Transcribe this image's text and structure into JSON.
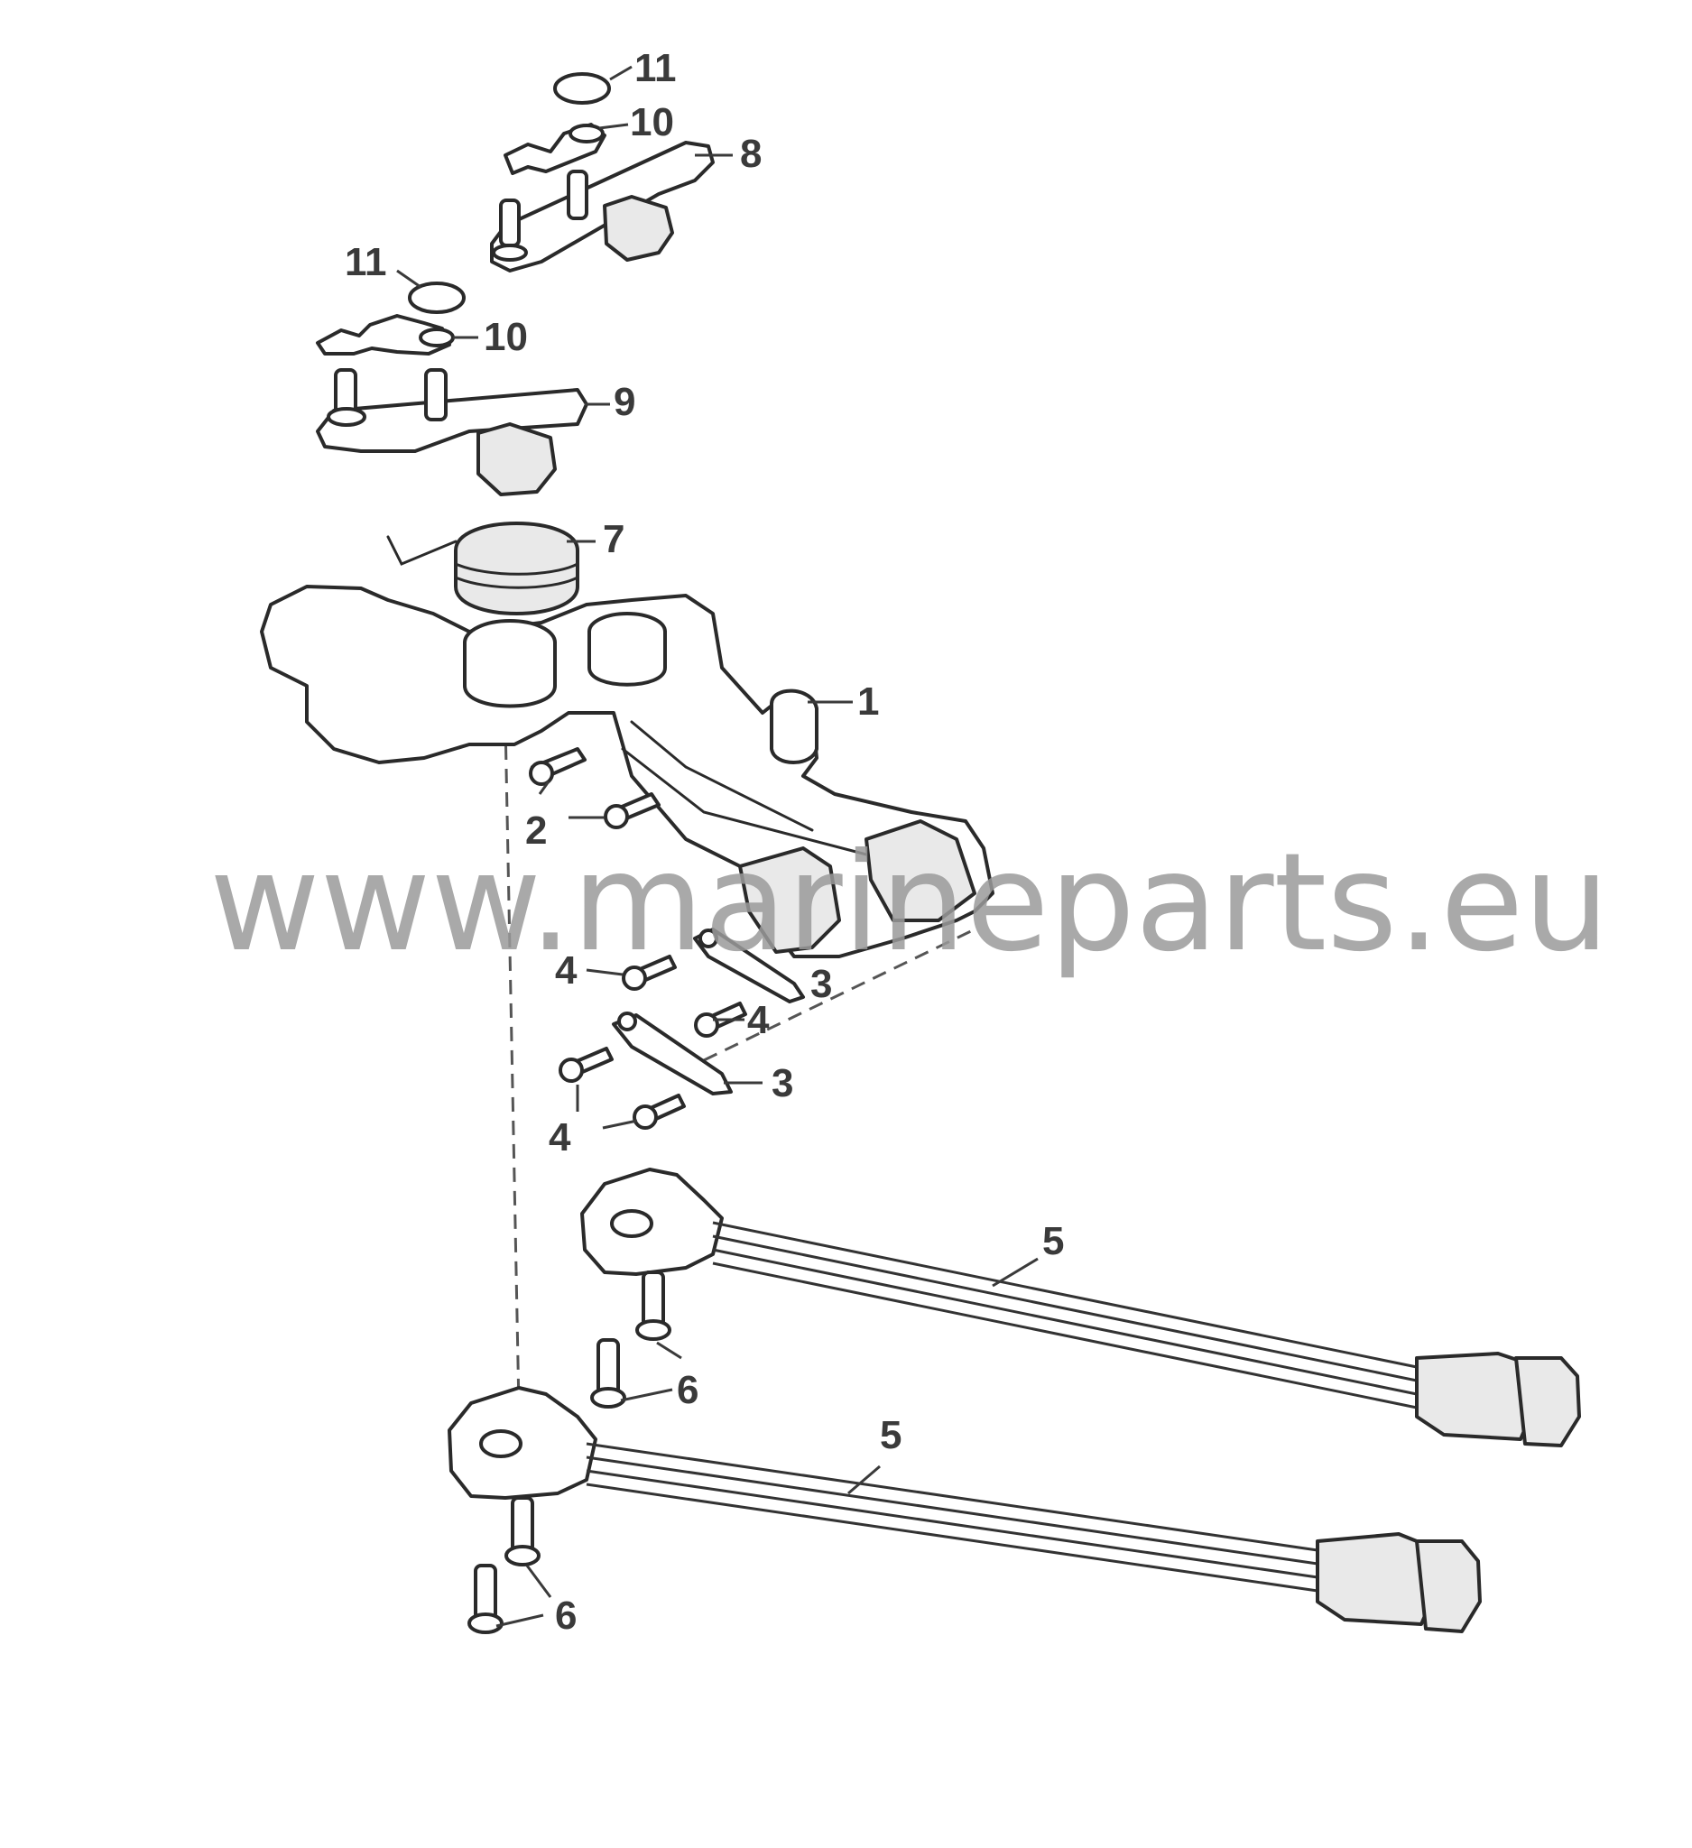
{
  "diagram": {
    "callouts": {
      "c1": "1",
      "c2": "2",
      "c3a": "3",
      "c3b": "3",
      "c4a": "4",
      "c4b": "4",
      "c4c": "4",
      "c5a": "5",
      "c5b": "5",
      "c6a": "6",
      "c6b": "6",
      "c7": "7",
      "c8": "8",
      "c9": "9",
      "c10a": "10",
      "c10b": "10",
      "c11a": "11",
      "c11b": "11"
    },
    "watermark": "www.marineparts.eu",
    "colors": {
      "line": "#2a2a2a",
      "watermark": "#9a9a9a",
      "background": "#ffffff"
    }
  }
}
